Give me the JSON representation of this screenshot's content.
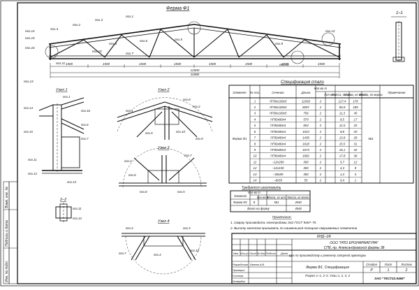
{
  "truss": {
    "title": "Ферма Ф1",
    "section_title": "1–1",
    "part_labels": [
      "поз.14",
      "поз.4",
      "поз.2",
      "поз.3",
      "поз.1",
      "поз.15",
      "поз.16",
      "поз.8",
      "поз.6",
      "поз.5",
      "поз.7",
      "поз.10",
      "поз.9",
      "поз.11",
      "поз.13",
      "поз.12",
      "поз.13"
    ],
    "segment_dims": [
      "1500",
      "1500",
      "1500",
      "1500",
      "1500",
      "1500",
      "1500",
      "1500"
    ],
    "overall_dims": [
      "12000",
      "11980"
    ]
  },
  "nodes": {
    "n1": {
      "title": "Узел 1",
      "labels": [
        "поз.1",
        "поз.14",
        "поз.15",
        "поз.11",
        "поз.12",
        "поз.16",
        "поз.6",
        "поз.7",
        "поз.13"
      ]
    },
    "n2": {
      "title": "Узел 2",
      "labels": [
        "поз.1",
        "поз.2",
        "поз.8",
        "поз.10",
        "поз.5",
        "поз.9"
      ]
    },
    "n3": {
      "title": "Узел 3",
      "labels": [
        "поз.3",
        "поз.7",
        "поз.8",
        "поз.5",
        "поз.6"
      ]
    },
    "n4": {
      "title": "Узел 4",
      "labels": [
        "поз.4",
        "поз.3",
        "поз.7",
        "поз.10",
        "поз.4"
      ]
    },
    "s22": {
      "title": "2–2",
      "labels": [
        "поз.11",
        "поз.12"
      ]
    }
  },
  "spec": {
    "title": "Спецификация стали",
    "headers": [
      "Элемент",
      "№ поз.",
      "Сечение",
      "Длина",
      "Кол-во т",
      "Кол-во н",
      "Масса, кг шт.",
      "Масса, кг всего",
      "Масса, кг марки",
      "Примечание"
    ],
    "element_name": "Ферма Ф1",
    "element_mass": "561",
    "rows": [
      [
        "1",
        "⊓Г90х100х5",
        "11930",
        "2",
        "",
        "117,4",
        "176"
      ],
      [
        "2",
        "⊓Г90х100х5",
        "6097",
        "2",
        "",
        "90,9",
        "189"
      ],
      [
        "3",
        "⊓Г80х100х5",
        "756",
        "2",
        "",
        "11,3",
        "45"
      ],
      [
        "4",
        "⊓Г80х80х4",
        "579",
        "2",
        "",
        "8,5",
        "17"
      ],
      [
        "5",
        "⊓Г80х80х4",
        "854",
        "2",
        "",
        "12,5",
        "25"
      ],
      [
        "6",
        "⊓Г80х80х4",
        "1023",
        "2",
        "",
        "8,8",
        "20"
      ],
      [
        "7",
        "⊓Г80х80х4",
        "1439",
        "2",
        "",
        "13,9",
        "28"
      ],
      [
        "8",
        "⊓Г80х80х4",
        "1618",
        "2",
        "",
        "15,5",
        "31"
      ],
      [
        "9",
        "⊓Г80х80х4",
        "1673",
        "2",
        "",
        "16,1",
        "32"
      ],
      [
        "10",
        "⊓Г80х80х4",
        "1682",
        "2",
        "",
        "17,8",
        "36"
      ],
      [
        "11",
        "−12х200",
        "300",
        "2",
        "",
        "5,7",
        "12"
      ],
      [
        "12",
        "−12х150",
        "300",
        "2",
        "",
        "4,3",
        "9"
      ],
      [
        "13",
        "−30х80",
        "300",
        "2",
        "",
        "1,3",
        "3"
      ],
      [
        "14",
        "−8х55",
        "55",
        "2",
        "",
        "0,4",
        "1"
      ]
    ]
  },
  "req": {
    "title": "Требуется изготовить",
    "headers": [
      "Элемент",
      "Кол-во т",
      "Кол-во н",
      "Масса, кг шт.",
      "Масса, кг всего"
    ],
    "row": [
      "Ферма Ф1",
      "8",
      "",
      "561",
      "4548"
    ],
    "total_label": "Всего на ферму",
    "total_value": "4548"
  },
  "notes": {
    "title": "Примечание:",
    "items": [
      "1. Сварку производить электродами Э42 ГОСТ 9467–75",
      "2. Высоту катетов принимать по наименьшей толщине свариваемых элементов"
    ]
  },
  "stamp": {
    "code": "КНД–1/К",
    "org1": "ООО \"НПО ЕРОНАРМАТУРА\"",
    "org2": "СПб, пр. Александровской фермы 38",
    "project": "Цех по производству и ремонту запорной арматуры",
    "sheet_title": "Ферма Ф1. Спецификация",
    "sheet_subtitle": "Разрез 1–1, 2–2. Узлы 1, 2, 3, 4",
    "stage_h": "Стадия",
    "sheet_h": "Лист",
    "sheets_h": "Листов",
    "stage": "Р",
    "sheet": "1",
    "sheets": "2",
    "company": "ЗАО \"ТЕСТ22.9468\"",
    "rev_headers": [
      "Изм.",
      "Кол.уч",
      "Лист",
      "№ док.",
      "Подпись",
      "Дата"
    ],
    "roles": [
      "Разработал",
      "Проверил",
      "Н.контр.",
      "Утвердил"
    ],
    "names": [
      "Иванов А.В.",
      "",
      "",
      ""
    ]
  },
  "side": {
    "labels": [
      "Взам. инв. №",
      "Подпись и дата",
      "Инв. № подл."
    ]
  }
}
